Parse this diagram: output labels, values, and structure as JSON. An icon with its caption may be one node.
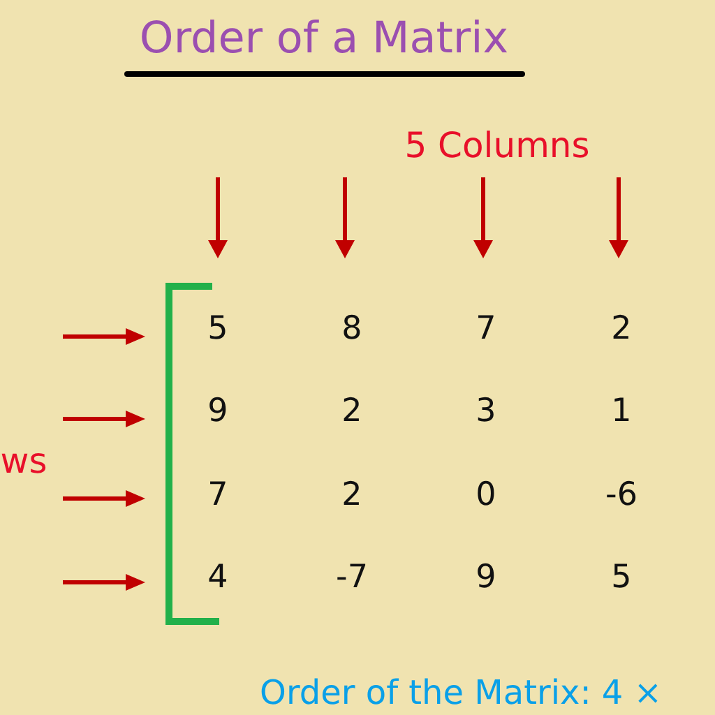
{
  "diagram": {
    "title": "Order of a Matrix",
    "caption": "Order of the Matrix: 4 ×",
    "labels": [
      "5 Columns",
      "5",
      "8",
      "7",
      "2",
      "9",
      "2",
      "3",
      "1",
      "ws",
      "7",
      "2",
      "0",
      "-6",
      "4",
      "-7",
      "9",
      "5"
    ]
  }
}
